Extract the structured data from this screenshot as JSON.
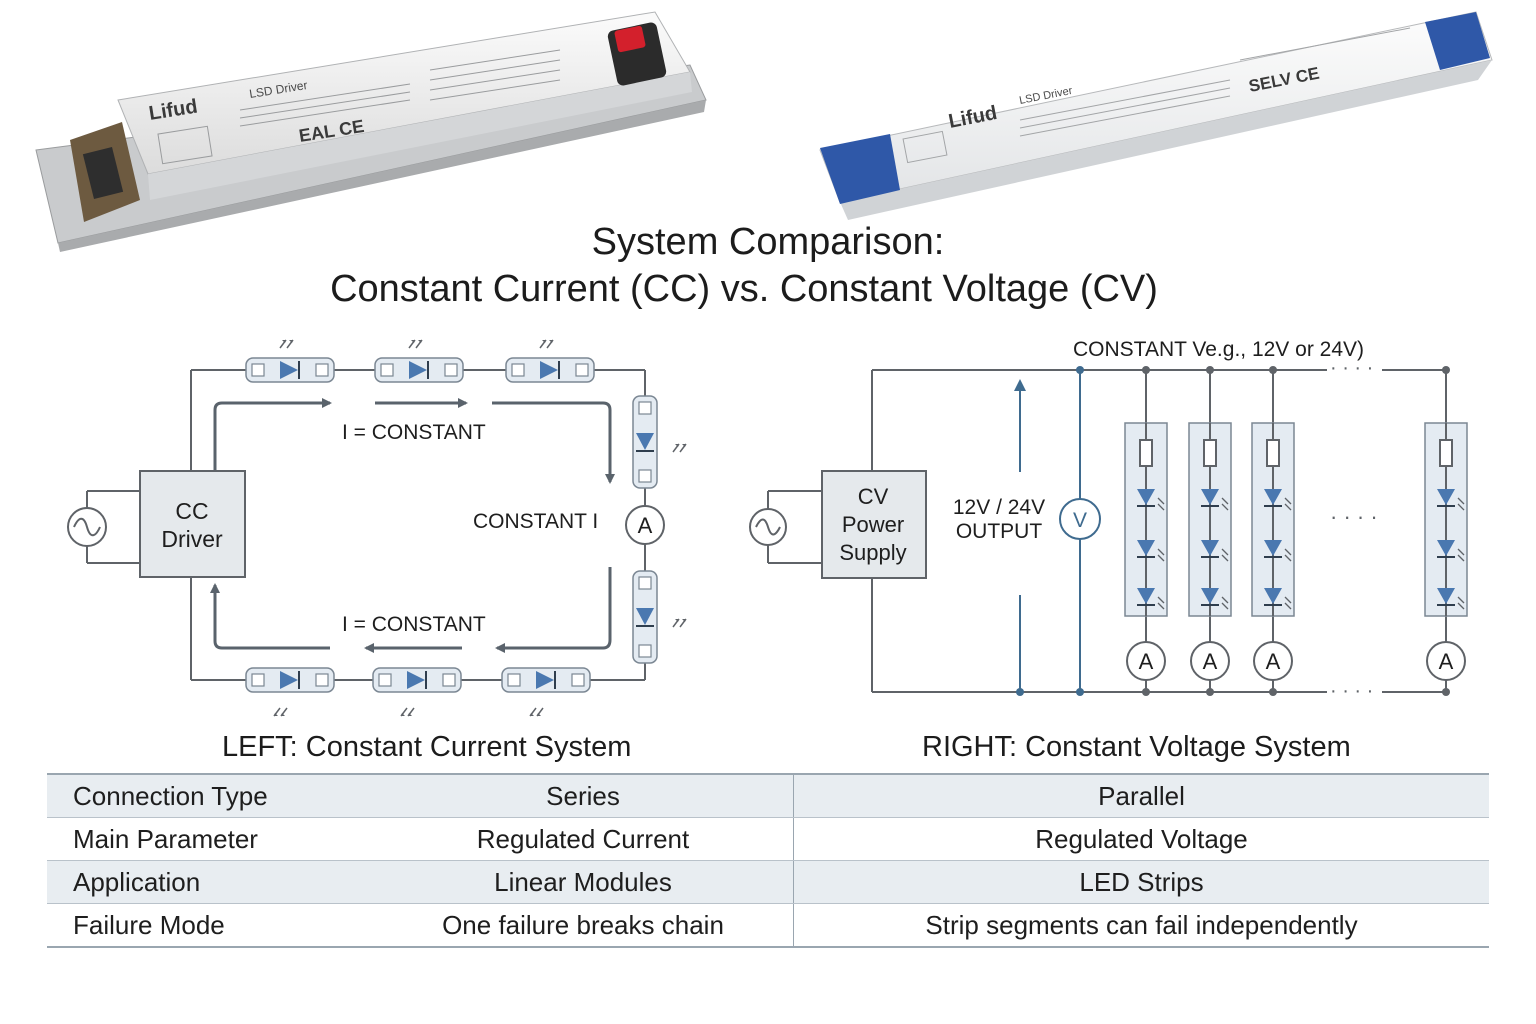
{
  "products": {
    "left": {
      "brand": "Lifud",
      "model_text": "LSD Driver",
      "cert_marks": "EAL CE"
    },
    "right": {
      "brand": "Lifud",
      "model_text": "LSD Driver",
      "cert_marks": "SELV CE"
    }
  },
  "title": {
    "line1": "System Comparison:",
    "line2": "Constant Current (CC) vs. Constant Voltage (CV)"
  },
  "cc": {
    "driver_line1": "CC",
    "driver_line2": "Driver",
    "flow_top": "I = CONSTANT",
    "flow_bottom": "I = CONSTANT",
    "meter_label": "CONSTANT I",
    "meter_symbol": "A",
    "caption": "LEFT: Constant Current System"
  },
  "cv": {
    "supply_line1": "CV",
    "supply_line2": "Power",
    "supply_line3": "Supply",
    "bus_label": "CONSTANT Ve.g., 12V or 24V)",
    "output_line1": "12V / 24V",
    "output_line2": "OUTPUT",
    "voltmeter_symbol": "V",
    "ammeter_symbol": "A",
    "ellipsis": "· · · ·",
    "caption": "RIGHT: Constant Voltage System"
  },
  "table": {
    "rows": [
      {
        "label": "Connection Type",
        "cc": "Series",
        "cv": "Parallel"
      },
      {
        "label": "Main Parameter",
        "cc": "Regulated Current",
        "cv": "Regulated Voltage"
      },
      {
        "label": "Application",
        "cc": "Linear Modules",
        "cv": "LED Strips"
      },
      {
        "label": "Failure Mode",
        "cc": "One failure breaks chain",
        "cv": "Strip segments can fail independently"
      }
    ]
  },
  "colors": {
    "wire": "#5f6368",
    "led_fill": "#4a78b0",
    "module_fill": "#e4ebf2",
    "module_stroke": "#7b8793",
    "cv_endcap": "#2f58a8",
    "cc_switch": "#d3202c",
    "arrow": "#5a636c"
  },
  "icons": {
    "ac_source": "sine-wave-icon",
    "led": "diode-icon",
    "resistor": "resistor-icon"
  }
}
